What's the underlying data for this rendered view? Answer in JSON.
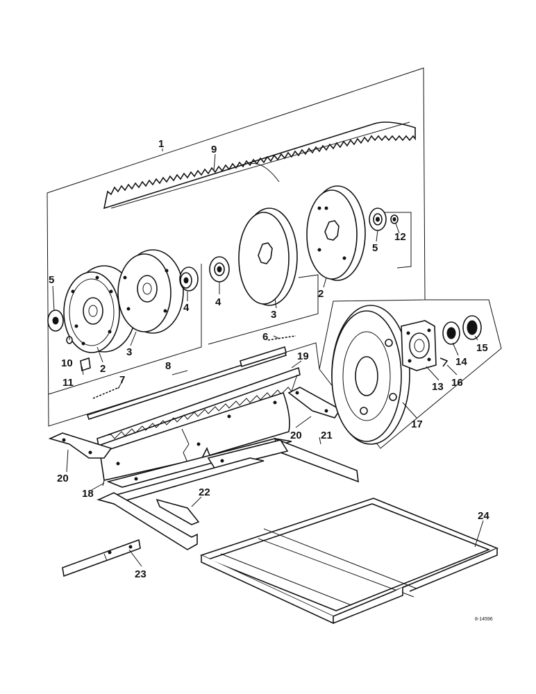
{
  "diagram": {
    "callouts": {
      "c1": "1",
      "c2a": "2",
      "c2b": "2",
      "c3a": "3",
      "c3b": "3",
      "c4a": "4",
      "c4b": "4",
      "c5a": "5",
      "c5b": "5",
      "c6": "6",
      "c7": "7",
      "c8": "8",
      "c9": "9",
      "c10": "10",
      "c11": "11",
      "c12": "12",
      "c13": "13",
      "c14": "14",
      "c15": "15",
      "c16": "16",
      "c17": "17",
      "c18": "18",
      "c19": "19",
      "c20a": "20",
      "c20b": "20",
      "c21": "21",
      "c22": "22",
      "c23": "23",
      "c24": "24"
    },
    "reference_code": "8-14596"
  }
}
